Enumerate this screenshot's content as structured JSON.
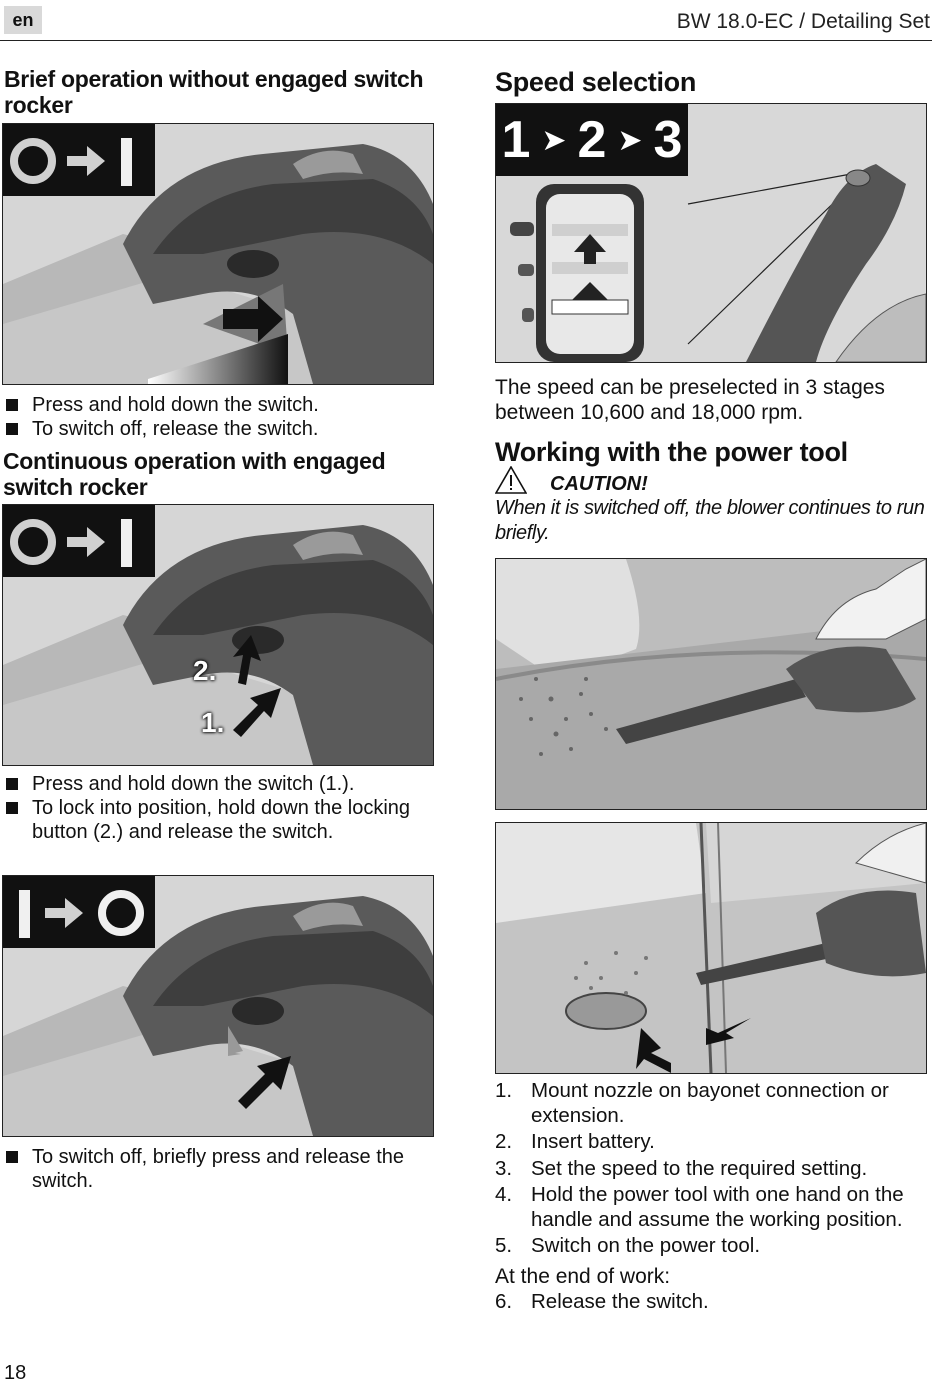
{
  "header": {
    "lang": "en",
    "title": "BW 18.0-EC / Detailing Set"
  },
  "left": {
    "section1": {
      "heading": "Brief operation without engaged switch rocker",
      "bullets": [
        "Press and hold down the switch.",
        "To switch off, release the switch."
      ]
    },
    "section2": {
      "heading": "Continuous operation with engaged switch rocker",
      "fig_labels": [
        "2.",
        "1."
      ],
      "bullets": [
        "Press and hold down the switch (1.).",
        "To lock into position, hold down the locking button (2.) and release the switch."
      ]
    },
    "section3": {
      "bullets": [
        "To switch off, briefly press and release the switch."
      ]
    }
  },
  "right": {
    "speed": {
      "heading": "Speed selection",
      "stages": [
        "1",
        "2",
        "3"
      ],
      "text": "The speed can be preselected in 3 stages between 10,600 and 18,000 rpm."
    },
    "working": {
      "heading": "Working with the power tool",
      "caution_label": "CAUTION!",
      "caution_text": "When it is switched off, the blower continues to run briefly.",
      "steps": [
        {
          "n": "1.",
          "text": "Mount nozzle on bayonet connection or extension."
        },
        {
          "n": "2.",
          "text": "Insert battery."
        },
        {
          "n": "3.",
          "text": "Set the speed to the required setting."
        },
        {
          "n": "4.",
          "text": "Hold the power tool with one hand on the handle and assume the working position."
        },
        {
          "n": "5.",
          "text": "Switch on the power tool."
        }
      ],
      "end_label": "At the end of work:",
      "end_step": {
        "n": "6.",
        "text": "Release the switch."
      }
    }
  },
  "footer": {
    "page_number": "18"
  },
  "icons": [
    "on-icon",
    "off-icon",
    "arrow-right-icon",
    "warning-triangle-icon"
  ]
}
